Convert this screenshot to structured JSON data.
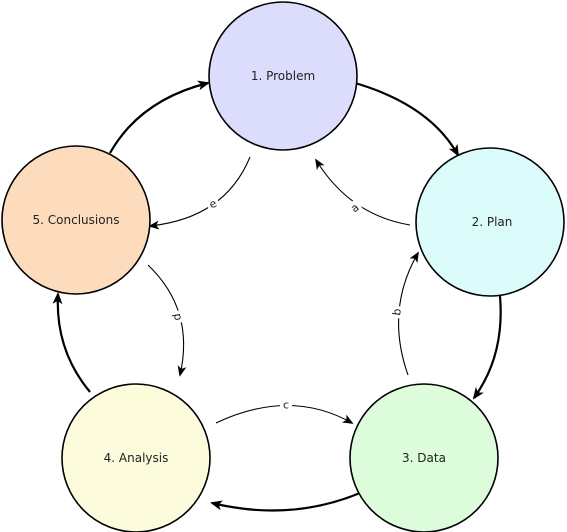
{
  "nodes": [
    {
      "id": "problem",
      "label": "1. Problem",
      "color": "#dcdcfc"
    },
    {
      "id": "plan",
      "label": "2. Plan",
      "color": "#dcfcfc"
    },
    {
      "id": "data",
      "label": "3. Data",
      "color": "#dcfcdc"
    },
    {
      "id": "analysis",
      "label": "4. Analysis",
      "color": "#fcfcdc"
    },
    {
      "id": "conclusions",
      "label": "5. Conclusions",
      "color": "#fcdcbc"
    }
  ],
  "edge_labels": {
    "a": "a",
    "b": "b",
    "c": "c",
    "d": "d",
    "e": "e"
  }
}
